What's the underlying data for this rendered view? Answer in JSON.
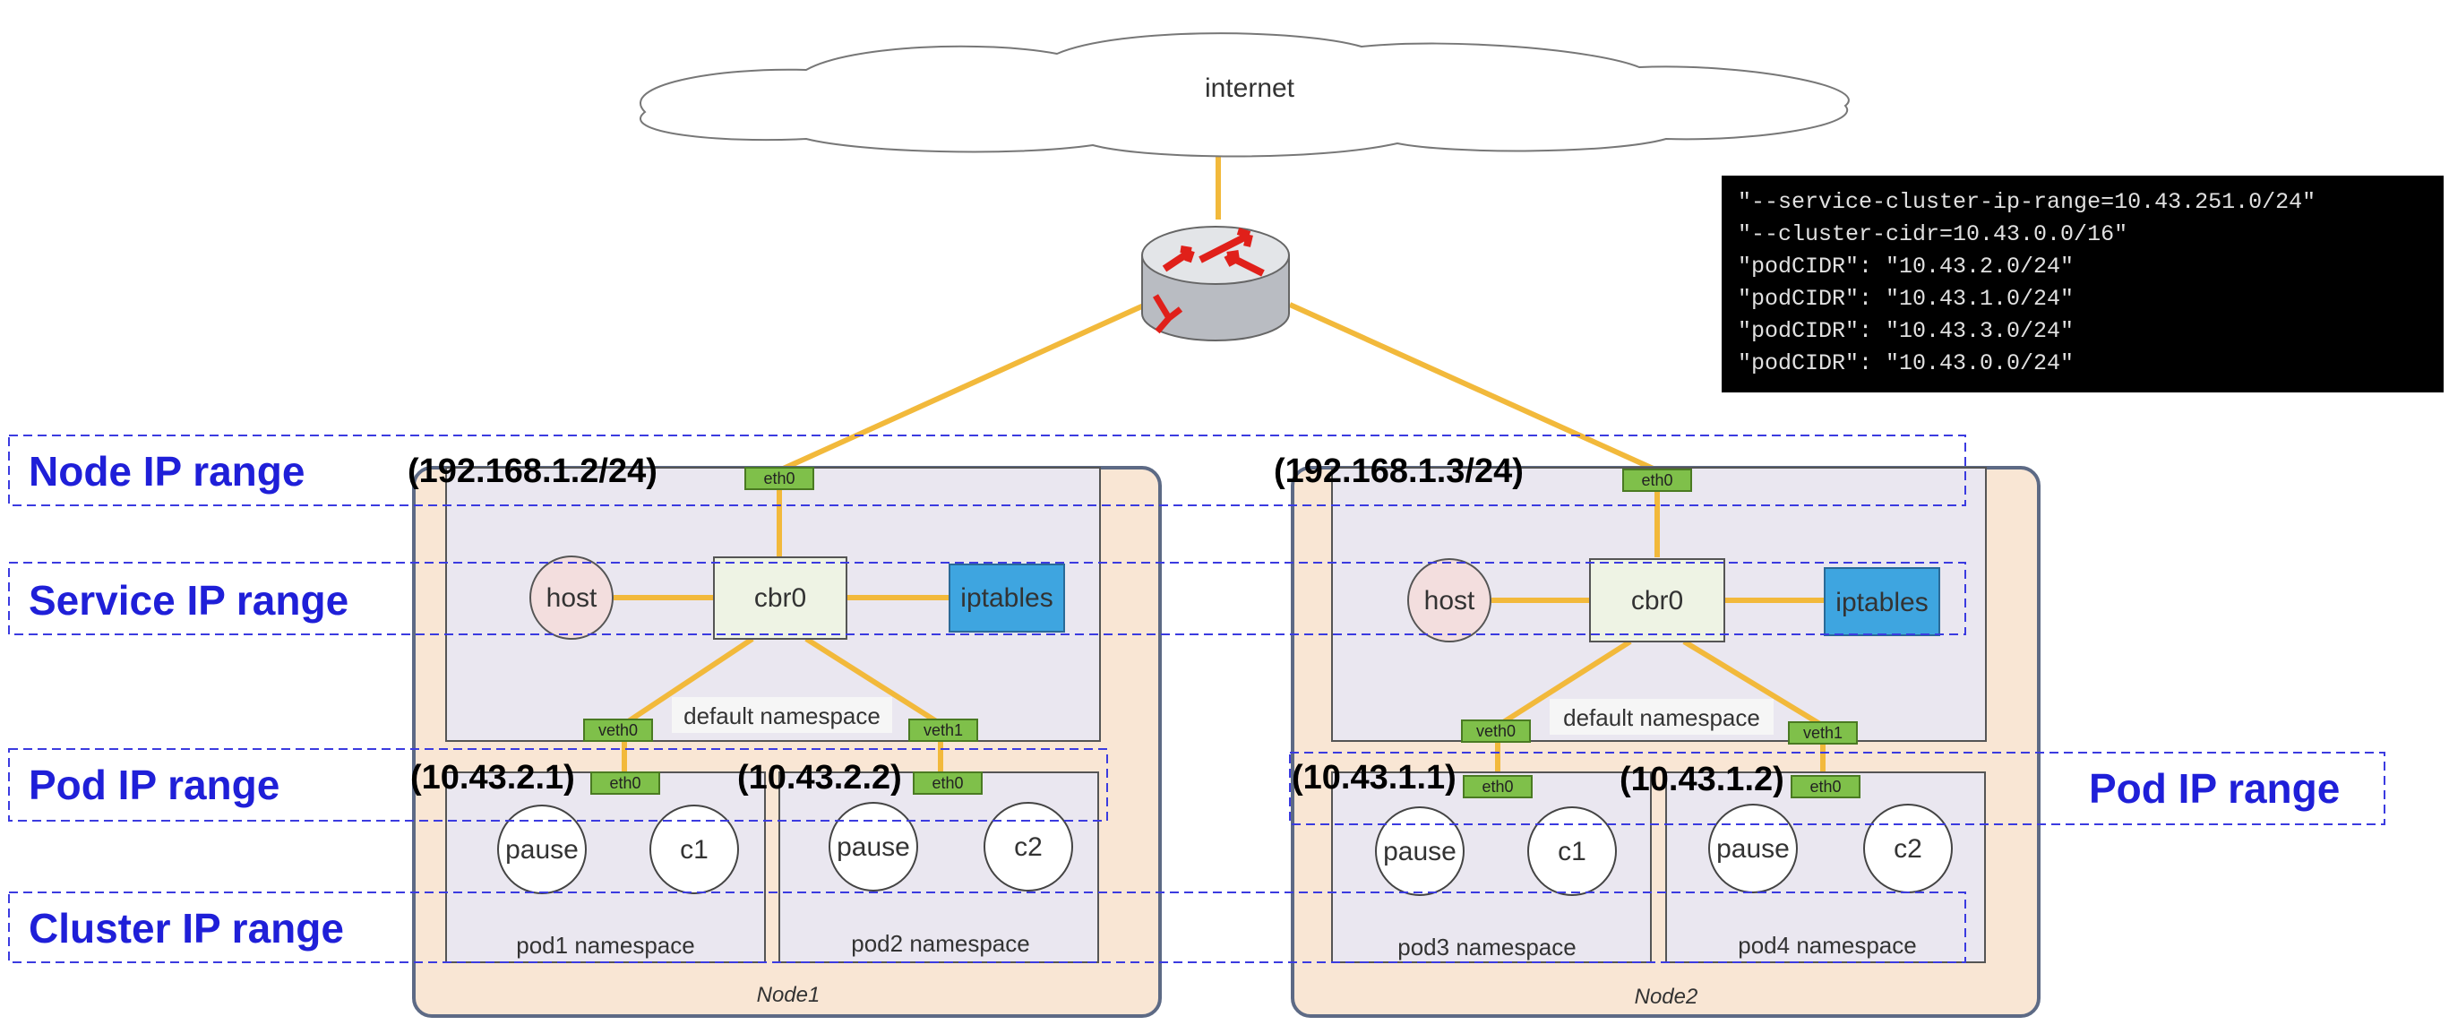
{
  "cloud": {
    "label": "internet"
  },
  "router": {
    "icon": "router-icon"
  },
  "terminal": {
    "lines": [
      "\"--service-cluster-ip-range=10.43.251.0/24\"",
      "\"--cluster-cidr=10.43.0.0/16\"",
      "\"podCIDR\": \"10.43.2.0/24\"",
      "\"podCIDR\": \"10.43.1.0/24\"",
      "\"podCIDR\": \"10.43.3.0/24\"",
      "\"podCIDR\": \"10.43.0.0/24\""
    ]
  },
  "ranges": {
    "node": "Node IP range",
    "service": "Service IP range",
    "pod_left": "Pod IP range",
    "pod_right": "Pod IP range",
    "cluster": "Cluster IP range"
  },
  "node1": {
    "name": "Node1",
    "ip": "(192.168.1.2/24)",
    "eth": "eth0",
    "host": "host",
    "bridge": "cbr0",
    "iptables": "iptables",
    "namespace": "default namespace",
    "veth0": "veth0",
    "veth1": "veth1",
    "pods": [
      {
        "ip": "(10.43.2.1)",
        "eth": "eth0",
        "pause": "pause",
        "container": "c1",
        "namespace": "pod1 namespace"
      },
      {
        "ip": "(10.43.2.2)",
        "eth": "eth0",
        "pause": "pause",
        "container": "c2",
        "namespace": "pod2 namespace"
      }
    ]
  },
  "node2": {
    "name": "Node2",
    "ip": "(192.168.1.3/24)",
    "eth": "eth0",
    "host": "host",
    "bridge": "cbr0",
    "iptables": "iptables",
    "namespace": "default namespace",
    "veth0": "veth0",
    "veth1": "veth1",
    "pods": [
      {
        "ip": "(10.43.1.1)",
        "eth": "eth0",
        "pause": "pause",
        "container": "c1",
        "namespace": "pod3 namespace"
      },
      {
        "ip": "(10.43.1.2)",
        "eth": "eth0",
        "pause": "pause",
        "container": "c2",
        "namespace": "pod4 namespace"
      }
    ]
  },
  "colors": {
    "range_text": "#1f1fd8",
    "wire": "#f2b93b",
    "node_fill": "#f9e6d4",
    "iptables": "#3ea5e0",
    "eth_tag": "#7fc04a"
  }
}
